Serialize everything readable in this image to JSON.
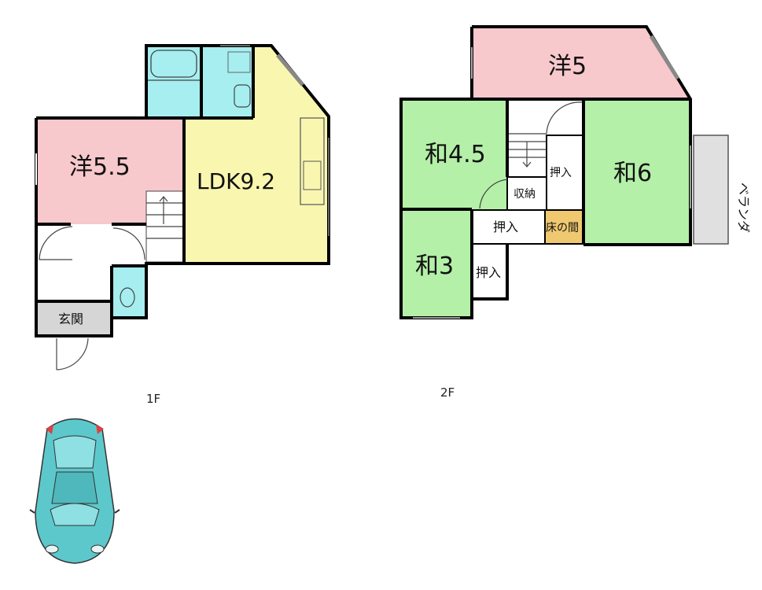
{
  "floor1": {
    "label": "1F",
    "rooms": {
      "western": "洋5.5",
      "ldk": "LDK9.2",
      "entrance": "玄関"
    }
  },
  "floor2": {
    "label": "2F",
    "rooms": {
      "western": "洋5",
      "japanese_a": "和4.5",
      "japanese_b": "和6",
      "japanese_c": "和3",
      "storage": "収納",
      "closet_a": "押入",
      "closet_b": "押入",
      "closet_c": "押入",
      "tokonoma": "床の間",
      "veranda": "ベランダ"
    }
  },
  "colors": {
    "western": "#f7c8cc",
    "ldk": "#f9f6b0",
    "wet": "#a6eef0",
    "japanese": "#b4f0a8",
    "entrance": "#d6d6d6",
    "tokonoma": "#f0c870",
    "veranda": "#e0e0e0",
    "car": "#5cc8cc"
  }
}
